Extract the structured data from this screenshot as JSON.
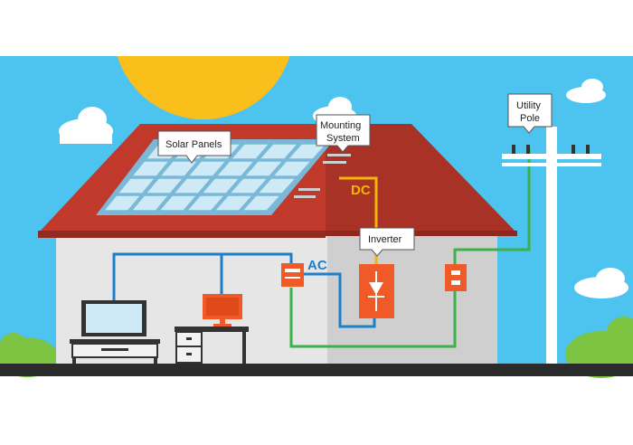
{
  "labels": {
    "solar_panels": "Solar Panels",
    "mounting_line1": "Mounting",
    "mounting_line2": "System",
    "inverter": "Inverter",
    "utility_line1": "Utility",
    "utility_line2": "Pole",
    "dc": "DC",
    "ac": "AC"
  },
  "colors": {
    "sky": "#4dc3f0",
    "sun": "#fbbf1c",
    "roof": "#c0392b",
    "roof_dark": "#a93226",
    "wall_front": "#e6e6e6",
    "wall_side": "#cfcfcf",
    "panel_frame": "#7ab8d8",
    "panel_cell": "#cfeaf7",
    "dc_wire": "#f2b705",
    "ac_wire": "#1e7fc9",
    "ground_wire": "#3cb14a",
    "device_orange": "#f05a28",
    "ground": "#2b2b2b",
    "bush": "#7dc443",
    "cloud": "#ffffff"
  },
  "icons": [
    "sun",
    "cloud",
    "solar-panel",
    "inverter",
    "breaker-box",
    "utility-meter",
    "television",
    "computer-monitor",
    "desk",
    "tv-stand",
    "utility-pole",
    "bush"
  ]
}
